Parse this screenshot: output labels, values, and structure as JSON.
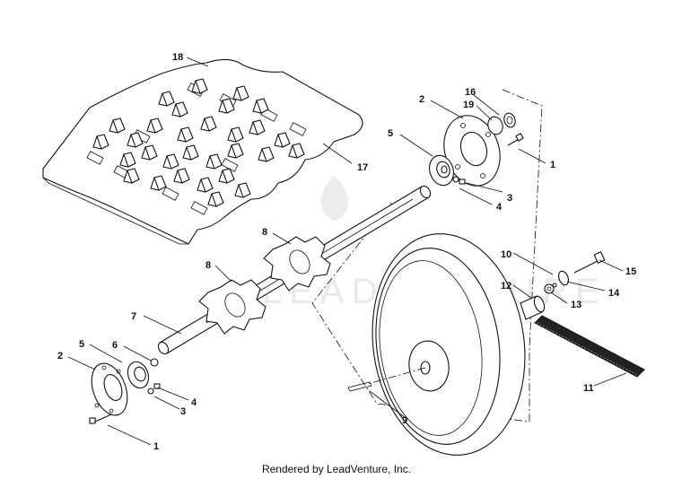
{
  "watermark": "LEADVENTURE",
  "footer": "Rendered by LeadVenture, Inc.",
  "callouts": {
    "c18": "18",
    "c17": "17",
    "c16": "16",
    "c19": "19",
    "c2_top": "2",
    "c5_top": "5",
    "c1_top": "1",
    "c3_top": "3",
    "c4_top": "4",
    "c8_upper": "8",
    "c8_lower": "8",
    "c7": "7",
    "c6": "6",
    "c5_bottom": "5",
    "c2_bottom": "2",
    "c4_bottom": "4",
    "c3_bottom": "3",
    "c1_bottom": "1",
    "c9": "9",
    "c10": "10",
    "c15": "15",
    "c12": "12",
    "c13": "13",
    "c14": "14",
    "c11": "11"
  }
}
